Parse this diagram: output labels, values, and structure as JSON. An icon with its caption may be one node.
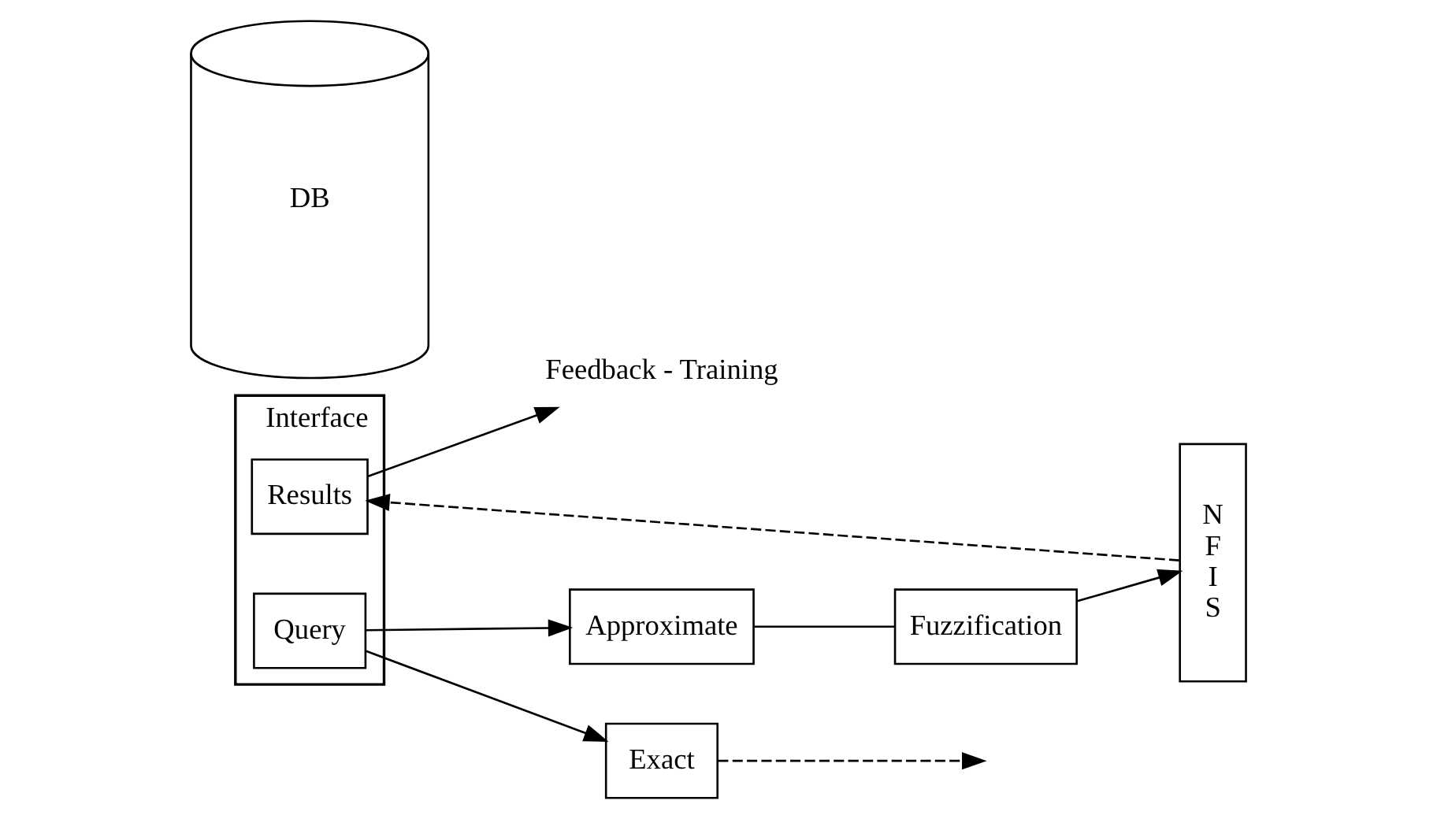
{
  "diagram": {
    "nodes": [
      {
        "text": [
          "Interface"
        ]
      },
      {
        "text": [
          "Results"
        ],
        "in": 0
      },
      {
        "text": [
          "Query"
        ],
        "in": 0
      },
      {
        "text": [
          "DB"
        ]
      },
      {
        "text": [
          "Feedback - Training"
        ]
      },
      {
        "text": [
          "N F I S"
        ]
      },
      {
        "text": [
          "Exact"
        ]
      },
      {
        "text": [
          "Approximate"
        ]
      },
      {
        "text": [
          "Fuzzification"
        ]
      }
    ],
    "edges": [
      {
        "from": 1,
        "to": 4,
        "arrow": "to"
      },
      {
        "from": 5,
        "to": 1,
        "arrow": "to",
        "style": "dashed"
      },
      {
        "from": 2,
        "to": 6,
        "arrow": "to"
      },
      {
        "from": 2,
        "to": 7,
        "arrow": "to"
      },
      {
        "from": 6,
        "to": null,
        "arrow": "to",
        "style": "dashed"
      },
      {
        "from": 7,
        "to": 8,
        "arrow": "none"
      },
      {
        "from": 8,
        "to": 5,
        "arrow": "to"
      }
    ]
  }
}
